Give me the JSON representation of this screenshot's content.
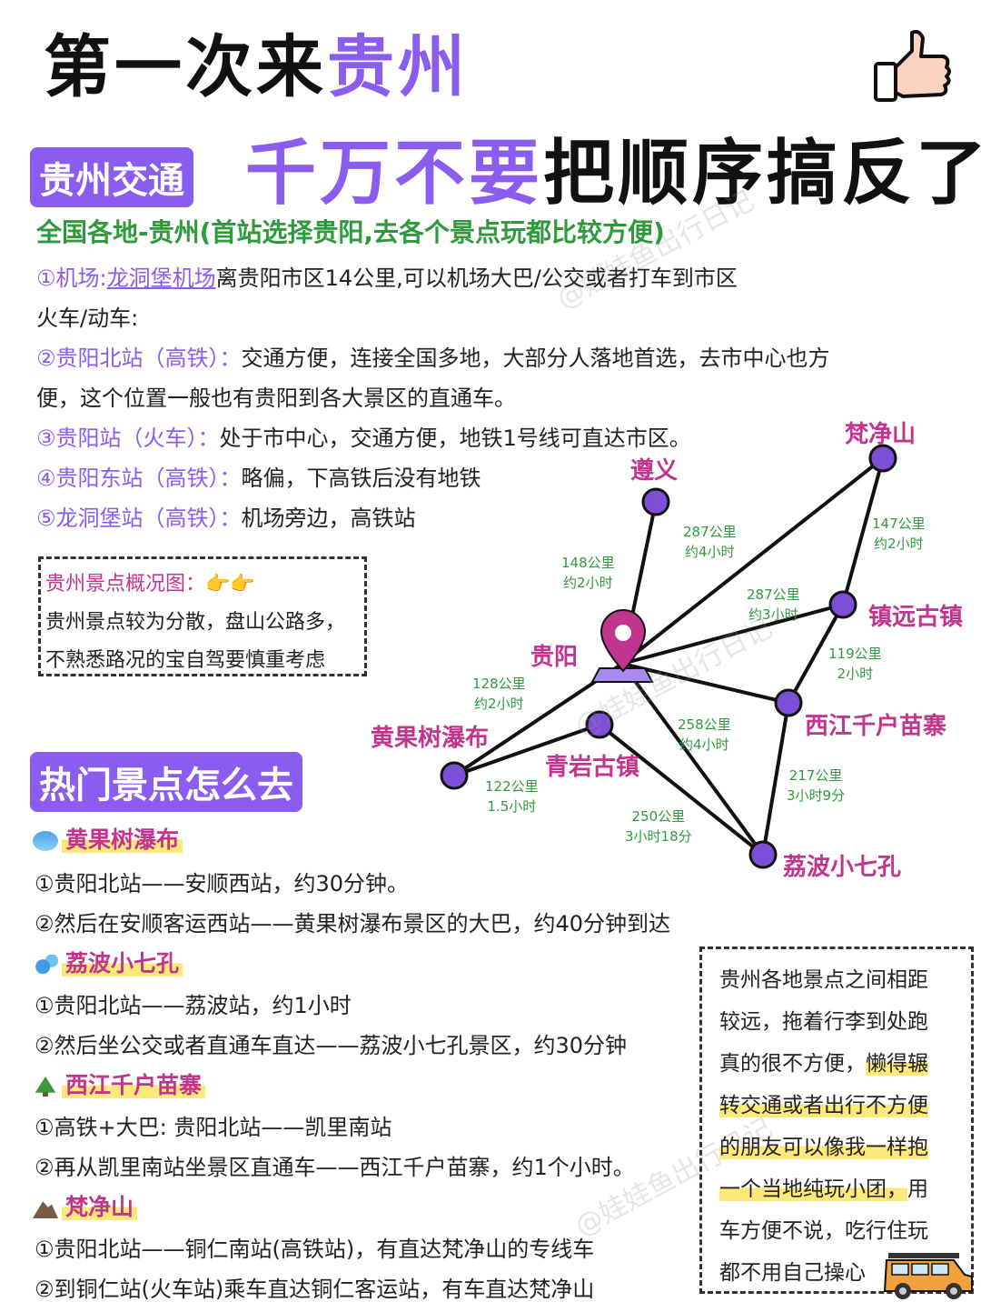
{
  "title": {
    "part1": "第一次来",
    "part2": "贵州"
  },
  "subtitle": {
    "part1": "千万不要",
    "part2": "把顺序搞反了"
  },
  "tags": {
    "transport": "贵州交通",
    "hot": "热门景点怎么去"
  },
  "transport": {
    "headline": "全国各地-贵州(首站选择贵阳,去各个景点玩都比较方便)",
    "airport_prefix": "①机场:",
    "airport_name": "龙洞堡机场",
    "airport_desc": "离贵阳市区14公里,可以机场大巴/公交或者打车到市区",
    "train_heading": "火车/动车:",
    "s2_name": "②贵阳北站（高铁）：",
    "s2_desc": "交通方便，连接全国多地，大部分人落地首选，去市中心也方",
    "s2_desc2": "便，这个位置一般也有贵阳到各大景区的直通车。",
    "s3_name": "③贵阳站（火车）：",
    "s3_desc": "处于市中心，交通方便，地铁1号线可直达市区。",
    "s4_name": "④贵阳东站（高铁）：",
    "s4_desc": "略偏，下高铁后没有地铁",
    "s5_name": "⑤龙洞堡站（高铁）：",
    "s5_desc": "机场旁边，高铁站"
  },
  "overview_box": {
    "title": "贵州景点概况图：",
    "line1": "贵州景点较为分散，盘山公路多，",
    "line2": "不熟悉路况的宝自驾要慎重考虑"
  },
  "map": {
    "cities": {
      "zunyi": "遵义",
      "fanjingshan": "梵净山",
      "zhenyuan": "镇远古镇",
      "guiyang": "贵阳",
      "xijiang": "西江千户苗寨",
      "huangguoshu": "黄果树瀑布",
      "qingyan": "青岩古镇",
      "libo": "荔波小七孔"
    },
    "distances": {
      "zunyi_a": "148公里",
      "zunyi_b": "约2小时",
      "fan_a": "287公里",
      "fan_b": "约4小时",
      "fanzhen_a": "147公里",
      "fanzhen_b": "约2小时",
      "zhen_a": "287公里",
      "zhen_b": "约3小时",
      "zhenxi_a": "119公里",
      "zhenxi_b": "2小时",
      "hgs_a": "128公里",
      "hgs_b": "约2小时",
      "li_a": "258公里",
      "li_b": "约4小时",
      "hgsqy_a": "122公里",
      "hgsqy_b": "1.5小时",
      "xili_a": "217公里",
      "xili_b": "3小时9分",
      "hgsli_a": "250公里",
      "hgsli_b": "3小时18分"
    }
  },
  "spots": {
    "hgs": {
      "title": "黄果树瀑布",
      "l1": "①贵阳北站——安顺西站，约30分钟。",
      "l2": "②然后在安顺客运西站——黄果树瀑布景区的大巴，约40分钟到达"
    },
    "libo": {
      "title": "荔波小七孔",
      "l1": "①贵阳北站——荔波站，约1小时",
      "l2": "②然后坐公交或者直通车直达——荔波小七孔景区，约30分钟"
    },
    "xijiang": {
      "title": "西江千户苗寨",
      "l1": "①高铁+大巴: 贵阳北站——凯里南站",
      "l2": "②再从凯里南站坐景区直通车——西江千户苗寨，约1个小时。"
    },
    "fjs": {
      "title": "梵净山",
      "l1": "①贵阳北站——铜仁南站(高铁站)，有直达梵净山的专线车",
      "l2": "②到铜仁站(火车站)乘车直达铜仁客运站，有车直达梵净山"
    }
  },
  "tip_box": {
    "l1": "贵州各地景点之间相距",
    "l2": "较远，拖着行李到处跑",
    "l3a": "真的很不方便，",
    "l3b": "懒得辗",
    "l4": "转交通或者出行不方便",
    "l5": "的朋友可以像我一样抱",
    "l6a": "一个当地纯玩小团，",
    "l6b": "用",
    "l7": "车方便不说，吃行住玩",
    "l8": "都不用自己操心"
  },
  "watermark": "@娃娃鱼出行日记",
  "colors": {
    "purple": "#8a5cf0",
    "magenta": "#c2358f",
    "green": "#2f9a3b",
    "yellow": "#fde87a",
    "node": "#7d4fd6"
  }
}
